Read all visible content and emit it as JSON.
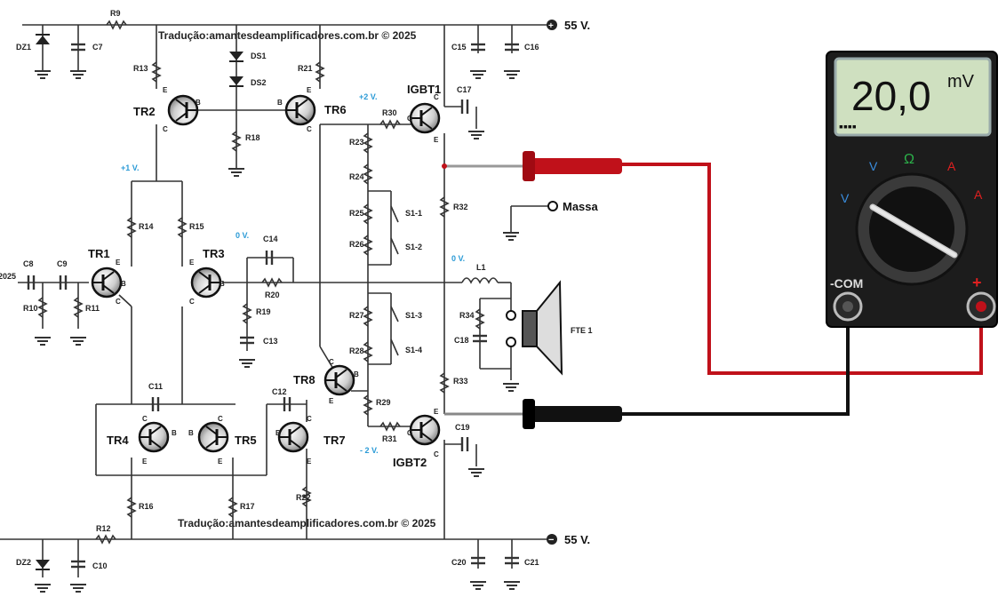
{
  "watermark_top": "Tradução:amantesdeamplificadores.com.br © 2025",
  "watermark_bottom": "Tradução:amantesdeamplificadores.com.br © 2025",
  "supply_positive": "55 V.",
  "supply_negative": "55 V.",
  "ground_label": "Massa",
  "speaker_label": "FTE 1",
  "input_label": "2025",
  "voltages": {
    "tr1": "+1 V.",
    "tr3": "0 V.",
    "igbt1": "+2 V.",
    "out": "0 V.",
    "igbt2": "- 2 V."
  },
  "transistors": {
    "tr1": "TR1",
    "tr2": "TR2",
    "tr3": "TR3",
    "tr4": "TR4",
    "tr5": "TR5",
    "tr6": "TR6",
    "tr7": "TR7",
    "tr8": "TR8",
    "igbt1": "IGBT1",
    "igbt2": "IGBT2"
  },
  "resistors": {
    "r9": "R9",
    "r10": "R10",
    "r11": "R11",
    "r12": "R12",
    "r13": "R13",
    "r14": "R14",
    "r15": "R15",
    "r16": "R16",
    "r17": "R17",
    "r18": "R18",
    "r19": "R19",
    "r20": "R20",
    "r21": "R21",
    "r22": "R22",
    "r23": "R23",
    "r24": "R24",
    "r25": "R25",
    "r26": "R26",
    "r27": "R27",
    "r28": "R28",
    "r29": "R29",
    "r30": "R30",
    "r31": "R31",
    "r32": "R32",
    "r33": "R33",
    "r34": "R34"
  },
  "capacitors": {
    "c7": "C7",
    "c8": "C8",
    "c9": "C9",
    "c10": "C10",
    "c11": "C11",
    "c12": "C12",
    "c13": "C13",
    "c14": "C14",
    "c15": "C15",
    "c16": "C16",
    "c17": "C17",
    "c18": "C18",
    "c19": "C19",
    "c20": "C20",
    "c21": "C21"
  },
  "diodes": {
    "dz1": "DZ1",
    "dz2": "DZ2",
    "ds1": "DS1",
    "ds2": "DS2"
  },
  "switches": {
    "s11": "S1-1",
    "s12": "S1-2",
    "s13": "S1-3",
    "s14": "S1-4"
  },
  "inductor": "L1",
  "pins": {
    "b": "B",
    "c": "C",
    "e": "E",
    "g": "G"
  },
  "multimeter": {
    "reading": "20,0",
    "unit": "mV",
    "bar": "▪▪▪▪",
    "dial": {
      "v_dc_top": "V",
      "v_ac": "V",
      "ohm": "Ω",
      "a_dc": "A",
      "a_ac": "A"
    },
    "com_label": "-COM",
    "plus_label": "+",
    "colors": {
      "red_lead": "#c0111a",
      "black_lead": "#111111",
      "display": "#cfe0c0",
      "body": "#1c1c1c"
    }
  }
}
